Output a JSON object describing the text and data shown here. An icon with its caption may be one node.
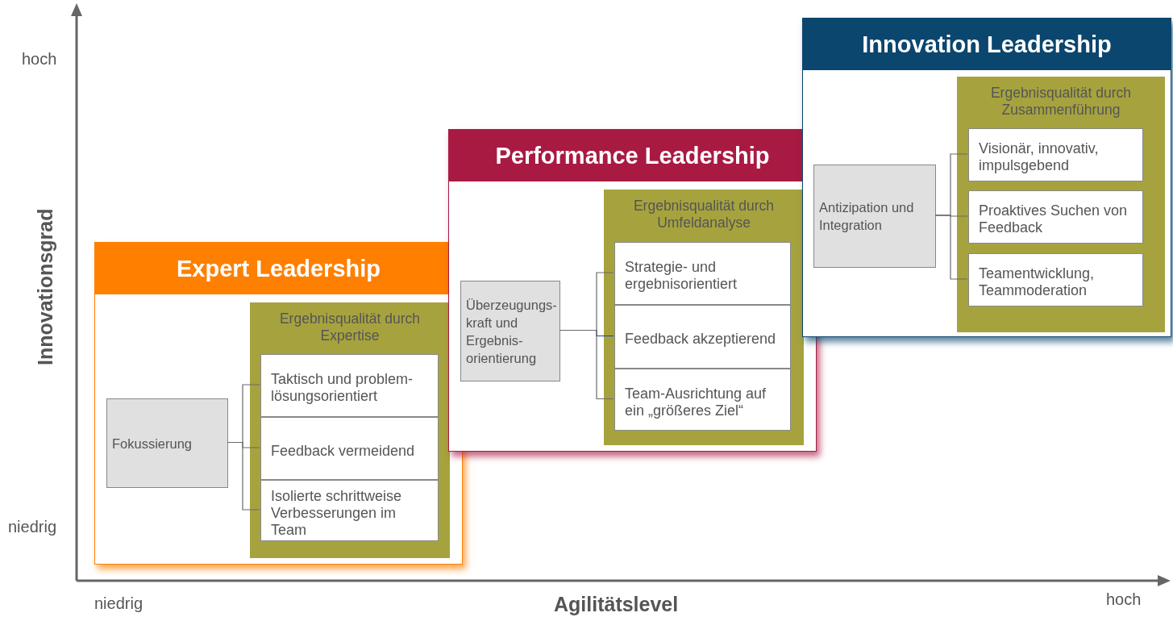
{
  "diagram": {
    "nodes": [
      {
        "text": [
          "Expert Leadership"
        ]
      },
      {
        "text": [
          "Fokussierung"
        ],
        "in": 0
      },
      {
        "text": [
          "Ergebnisqualität durch Expertise"
        ],
        "in": 0
      },
      {
        "text": [
          "Taktisch und problem- lösungsorientiert"
        ],
        "in": 2
      },
      {
        "text": [
          "Feedback vermeidend"
        ],
        "in": 2
      },
      {
        "text": [
          "Isolierte schrittweise Verbesserungen im Team"
        ],
        "in": 2
      },
      {
        "text": [
          "Performance Leadership"
        ]
      },
      {
        "text": [
          "Überzeugungs- kraft und Ergebnis- orientierung"
        ],
        "in": 6
      },
      {
        "text": [
          "Ergebnisqualität durch Umfeldanalyse"
        ],
        "in": 6
      },
      {
        "text": [
          "Strategie- und ergebnisorientiert"
        ],
        "in": 8
      },
      {
        "text": [
          "Feedback akzeptierend"
        ],
        "in": 8
      },
      {
        "text": [
          "Team-Ausrichtung auf ein „größeres Ziel“"
        ],
        "in": 8
      },
      {
        "text": [
          "Innovation Leadership"
        ]
      },
      {
        "text": [
          "Antizipation und Integration"
        ],
        "in": 12
      },
      {
        "text": [
          "Ergebnisqualität durch Zusammenführung"
        ],
        "in": 12
      },
      {
        "text": [
          "Visionär, innovativ, impulsgebend"
        ],
        "in": 14
      },
      {
        "text": [
          "Proaktives Suchen von Feedback"
        ],
        "in": 14
      },
      {
        "text": [
          "Teamentwicklung, Teammoderation"
        ],
        "in": 14
      }
    ],
    "edges": [
      {
        "from": 1,
        "to": 3,
        "arrow": "none"
      },
      {
        "from": 1,
        "to": 4,
        "arrow": "none"
      },
      {
        "from": 1,
        "to": 5,
        "arrow": "none"
      },
      {
        "from": 7,
        "to": 9,
        "arrow": "none"
      },
      {
        "from": 7,
        "to": 10,
        "arrow": "none",
        "color": "#1f3fae"
      },
      {
        "from": 7,
        "to": 11,
        "arrow": "none"
      },
      {
        "from": 13,
        "to": 15,
        "arrow": "none"
      },
      {
        "from": 13,
        "to": 16,
        "arrow": "none"
      },
      {
        "from": 13,
        "to": 17,
        "arrow": "none"
      }
    ],
    "labels": [
      "hoch",
      "Innovationsgrad",
      "niedrig",
      "niedrig",
      "Agilitätslevel",
      "hoch"
    ]
  }
}
